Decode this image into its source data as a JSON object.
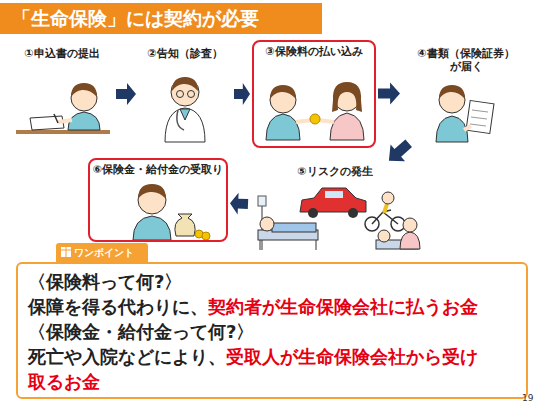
{
  "diagram": {
    "title": "「生命保険」には契約が必要",
    "nodes": [
      {
        "text": [
          "①申込書の提出"
        ]
      },
      {
        "text": [
          "②告知（診査）"
        ]
      },
      {
        "text": [
          "③保険料の払い込み"
        ]
      },
      {
        "text": [
          "④書類（保険証券） が届く"
        ]
      },
      {
        "text": [
          "⑤リスクの発生"
        ]
      },
      {
        "text": [
          "⑥保険金・給付金の受取り"
        ]
      },
      {
        "text": [
          "ワンポイント"
        ]
      },
      {
        "text": [
          "〈保険料って何?〉",
          "保障を得る代わりに、",
          "契約者が生命保険会社に払うお金",
          "〈保険金・給付金って何?〉",
          "死亡や入院などにより、",
          "受取人が生命保険会社から受け 取るお金"
        ]
      }
    ],
    "edges": [
      {
        "from": 0,
        "to": 1,
        "arrow": "to"
      },
      {
        "from": 1,
        "to": 2,
        "arrow": "to"
      },
      {
        "from": 2,
        "to": 3,
        "arrow": "to"
      },
      {
        "from": 3,
        "to": 4,
        "arrow": "to"
      },
      {
        "from": 4,
        "to": 5,
        "arrow": "to"
      }
    ],
    "labels": [
      "19"
    ]
  }
}
